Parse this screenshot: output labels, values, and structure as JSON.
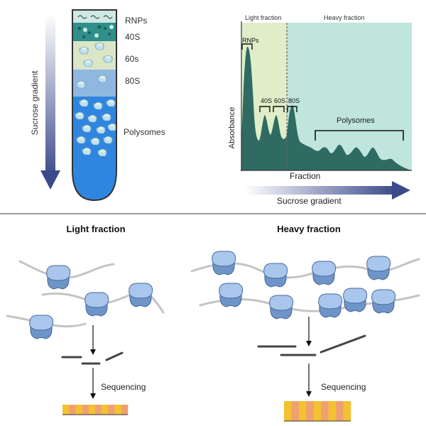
{
  "tube": {
    "gradient_label": "Sucrose gradient",
    "layers": [
      {
        "label": "RNPs",
        "color": "#cfe9e3"
      },
      {
        "label": "40S",
        "color": "#2f8f8a"
      },
      {
        "label": "60s",
        "color": "#dbe6c6"
      },
      {
        "label": "80S",
        "color": "#8fb8e0"
      },
      {
        "label": "Polysomes",
        "color": "#2f86e0"
      }
    ]
  },
  "profile": {
    "light_fraction_label": "Light fraction",
    "heavy_fraction_label": "Heavy fraction",
    "y_axis_label": "Absorbance",
    "x_axis_label": "Fraction",
    "gradient_label": "Sucrose gradient",
    "peak_labels": {
      "rnps": "RNPs",
      "s40": "40S",
      "s60": "60S",
      "s80": "80S",
      "polysomes": "Polysomes"
    },
    "colors": {
      "light_bg": "#dfeec9",
      "heavy_bg": "#bfe5dd",
      "curve": "#2f6b62"
    }
  },
  "bottom": {
    "light_title": "Light fraction",
    "heavy_title": "Heavy fraction",
    "sequencing_left": "Sequencing",
    "sequencing_right": "Sequencing",
    "barcode_colors": [
      "#f2c230",
      "#4a64c8",
      "#f0a070",
      "#7f9fe0"
    ]
  }
}
